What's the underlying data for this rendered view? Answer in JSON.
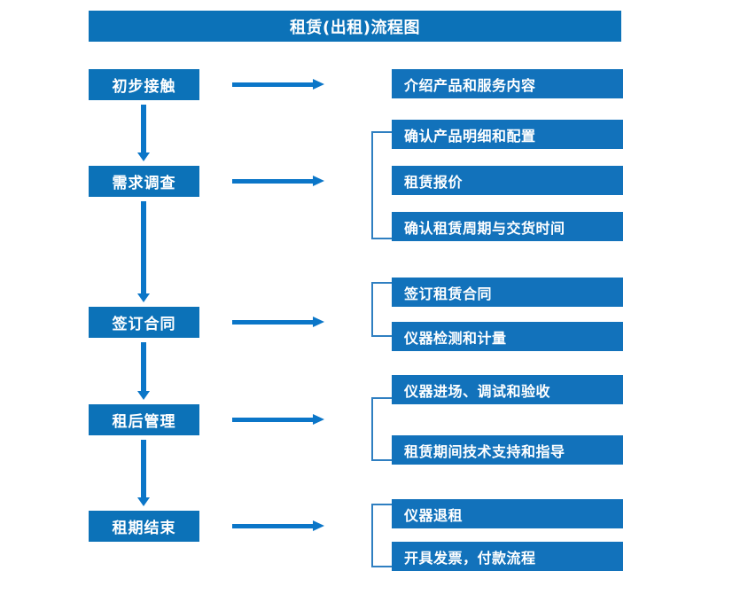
{
  "title": "租赁(出租)流程图",
  "theme": {
    "box_blue": "#0c72b8",
    "task_blue": "#1272bb",
    "arrow_blue": "#0b76c8",
    "bracket_blue": "#2f7fc1",
    "text_color": "#ffffff",
    "background": "#ffffff"
  },
  "stages": [
    {
      "label": "初步接触"
    },
    {
      "label": "需求调查"
    },
    {
      "label": "签订合同"
    },
    {
      "label": "租后管理"
    },
    {
      "label": "租期结束"
    }
  ],
  "tasks": [
    {
      "label": "介绍产品和服务内容"
    },
    {
      "label": "确认产品明细和配置"
    },
    {
      "label": "租赁报价"
    },
    {
      "label": "确认租赁周期与交货时间"
    },
    {
      "label": "签订租赁合同"
    },
    {
      "label": "仪器检测和计量"
    },
    {
      "label": "仪器进场、调试和验收"
    },
    {
      "label": "租赁期间技术支持和指导"
    },
    {
      "label": "仪器退租"
    },
    {
      "label": "开具发票，付款流程"
    }
  ],
  "connectors": {
    "vertical_arrow_icon": "arrow-down-icon",
    "horizontal_arrow_icon": "arrow-right-icon",
    "bracket_icon": "group-bracket-icon"
  },
  "chart_data": {
    "type": "diagram",
    "title": "租赁(出租)流程图",
    "orientation": "vertical-stages-with-task-branches",
    "nodes": [
      {
        "id": "s1",
        "stage": "初步接触",
        "tasks": [
          "介绍产品和服务内容"
        ]
      },
      {
        "id": "s2",
        "stage": "需求调查",
        "tasks": [
          "确认产品明细和配置",
          "租赁报价",
          "确认租赁周期与交货时间"
        ]
      },
      {
        "id": "s3",
        "stage": "签订合同",
        "tasks": [
          "签订租赁合同",
          "仪器检测和计量"
        ]
      },
      {
        "id": "s4",
        "stage": "租后管理",
        "tasks": [
          "仪器进场、调试和验收",
          "租赁期间技术支持和指导"
        ]
      },
      {
        "id": "s5",
        "stage": "租期结束",
        "tasks": [
          "仪器退租",
          "开具发票，付款流程"
        ]
      }
    ],
    "edges": [
      {
        "from": "s1",
        "to": "s2",
        "type": "arrow-down"
      },
      {
        "from": "s2",
        "to": "s3",
        "type": "arrow-down"
      },
      {
        "from": "s3",
        "to": "s4",
        "type": "arrow-down"
      },
      {
        "from": "s4",
        "to": "s5",
        "type": "arrow-down"
      }
    ]
  }
}
